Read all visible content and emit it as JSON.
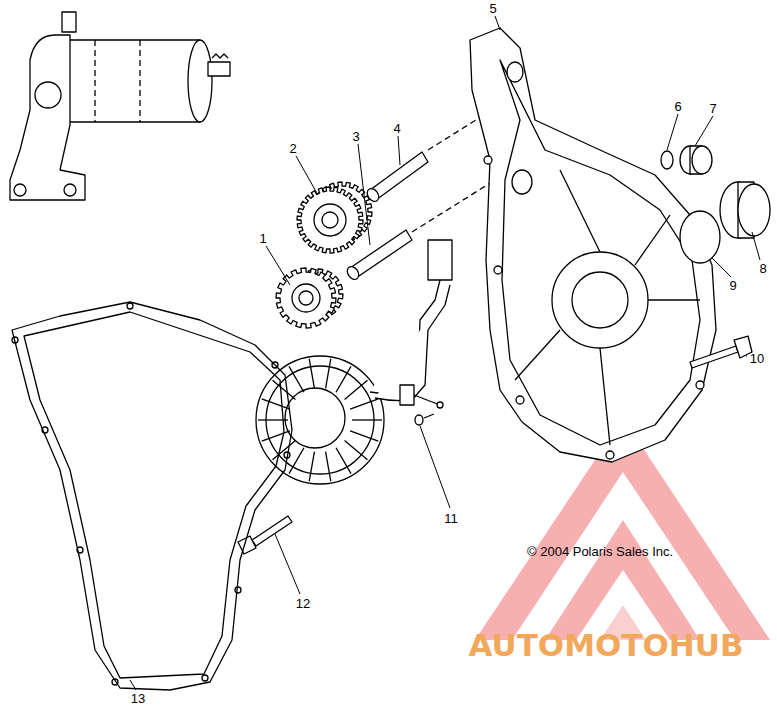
{
  "diagram": {
    "labels": [
      "1",
      "2",
      "3",
      "4",
      "5",
      "6",
      "7",
      "8",
      "9",
      "10",
      "11",
      "12",
      "13",
      "© 2004 Polaris Sales Inc.",
      "AUTOMOTOHUB"
    ]
  }
}
